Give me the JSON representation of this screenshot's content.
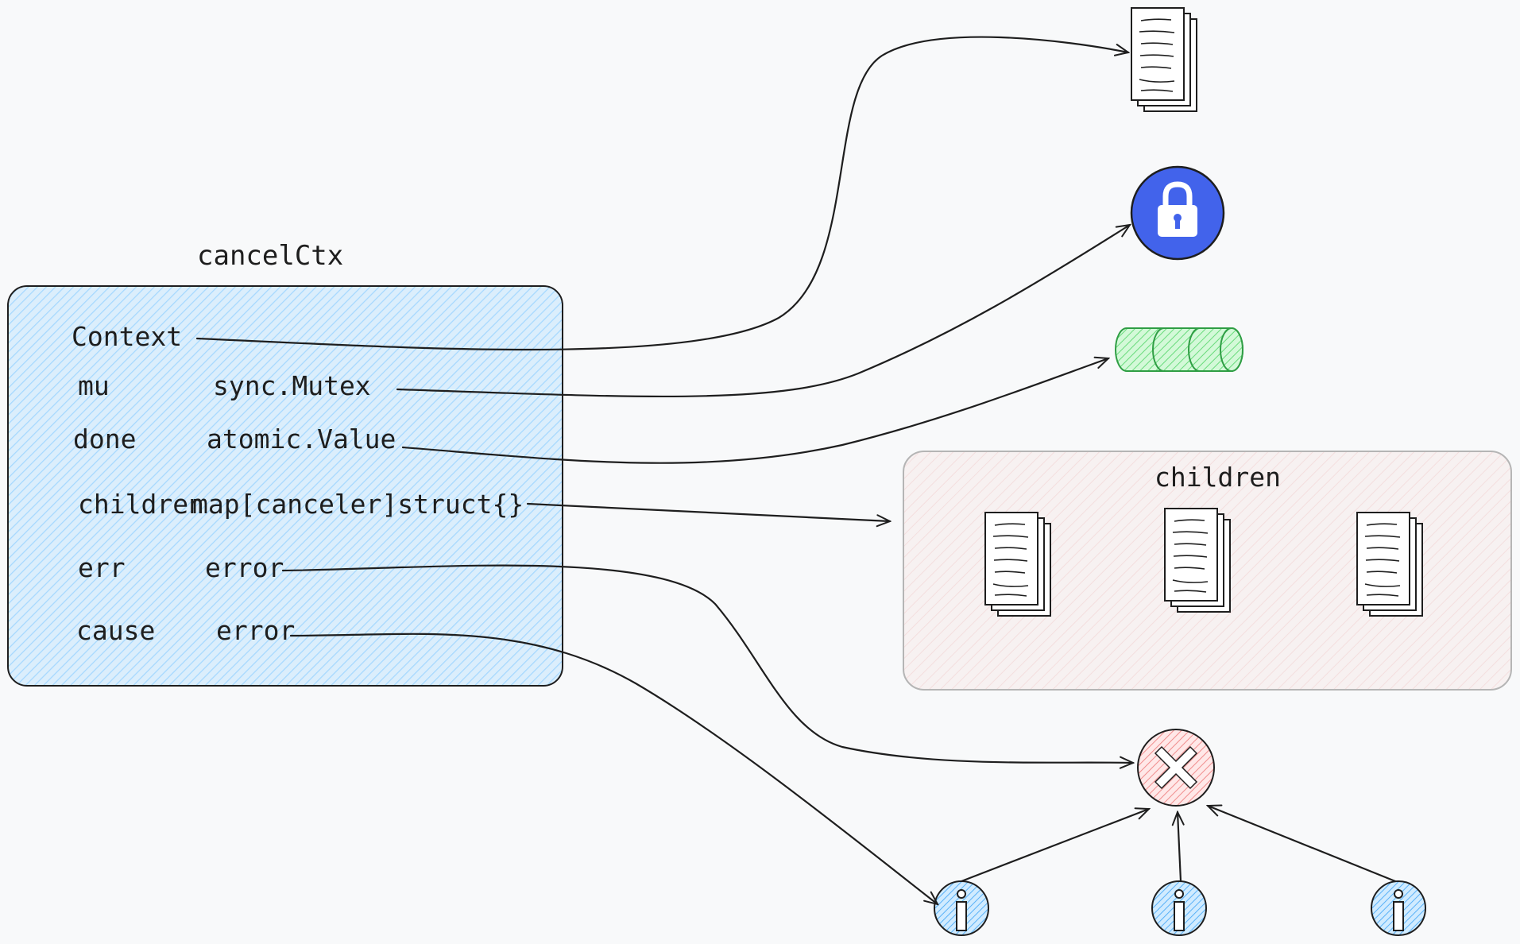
{
  "struct": {
    "title": "cancelCtx",
    "fields": [
      {
        "name": "Context",
        "type": ""
      },
      {
        "name": "mu",
        "type": "sync.Mutex"
      },
      {
        "name": "done",
        "type": "atomic.Value"
      },
      {
        "name": "children",
        "type": "map[canceler]struct{}"
      },
      {
        "name": "err",
        "type": "error"
      },
      {
        "name": "cause",
        "type": "error"
      }
    ]
  },
  "children_group": {
    "title": "children"
  },
  "icons": {
    "context": "document-stack-icon",
    "mutex": "lock-icon",
    "done": "channel-cylinder-icon",
    "children": [
      "document-stack-icon",
      "document-stack-icon",
      "document-stack-icon"
    ],
    "err": "error-x-icon",
    "cause": [
      "info-icon",
      "info-icon",
      "info-icon"
    ]
  },
  "colors": {
    "struct_fill": "#a5d8ff",
    "lock_fill": "#4263eb",
    "channel_fill": "#b2f2bb",
    "channel_stroke": "#2f9e44",
    "error_fill": "#ffc9c9",
    "info_fill": "#a5d8ff",
    "group_fill": "#ffe3e3",
    "stroke": "#1e1e1e"
  }
}
